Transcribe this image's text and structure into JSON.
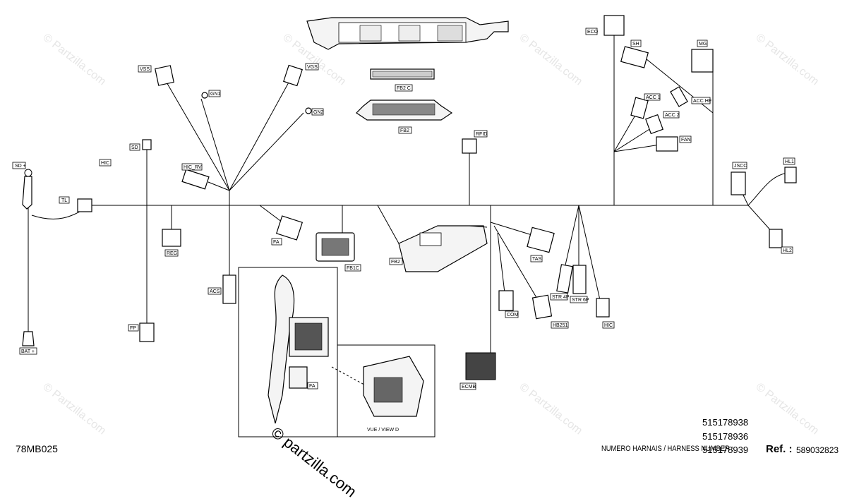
{
  "labels": {
    "SD_plus": "SD +",
    "TL": "TL",
    "BAT_plus": "BAT +",
    "HIC_1": "HIC",
    "SD": "SD",
    "VSS": "VSS",
    "GN1": "GN1",
    "VGS": "VGS",
    "GN2": "GN2",
    "HIC_RV": "HIC_RV",
    "REG": "REG",
    "ACS": "ACS",
    "FP": "FP",
    "FA_1": "FA",
    "FB1C": "FB1C",
    "FA_2": "FA",
    "VUE": "VUE / VIEW D",
    "FB2C": "FB2 C",
    "FB2_top": "FB2",
    "FB2": "FB2",
    "RFID": "RFID",
    "ECO": "ECO",
    "SH": "SH",
    "MG": "MG",
    "ACC1": "ACC 1",
    "ACCHE": "ACC HE",
    "ACC2": "ACC 2",
    "FAN": "FAN",
    "JSCC": "JSCC",
    "HL1": "HL1",
    "HL2": "HL2",
    "TAS": "TAS",
    "STR4P": "STR 4P",
    "STR6P": "STR 6P",
    "COM": "COM",
    "HIC_2": "HIC",
    "HB251": "HB251",
    "ECMB": "ECMB"
  },
  "footer": {
    "ref_code": "78MB025",
    "harness_label": "NUMERO HARNAIS / HARNESS NUMBER :",
    "harness_numbers": [
      "515178938",
      "515178936",
      "515178939"
    ],
    "ref_label": "Ref. :",
    "ref_value": "589032823"
  },
  "watermark": {
    "text": "© Partzilla.com",
    "main": "© partzilla.com"
  }
}
